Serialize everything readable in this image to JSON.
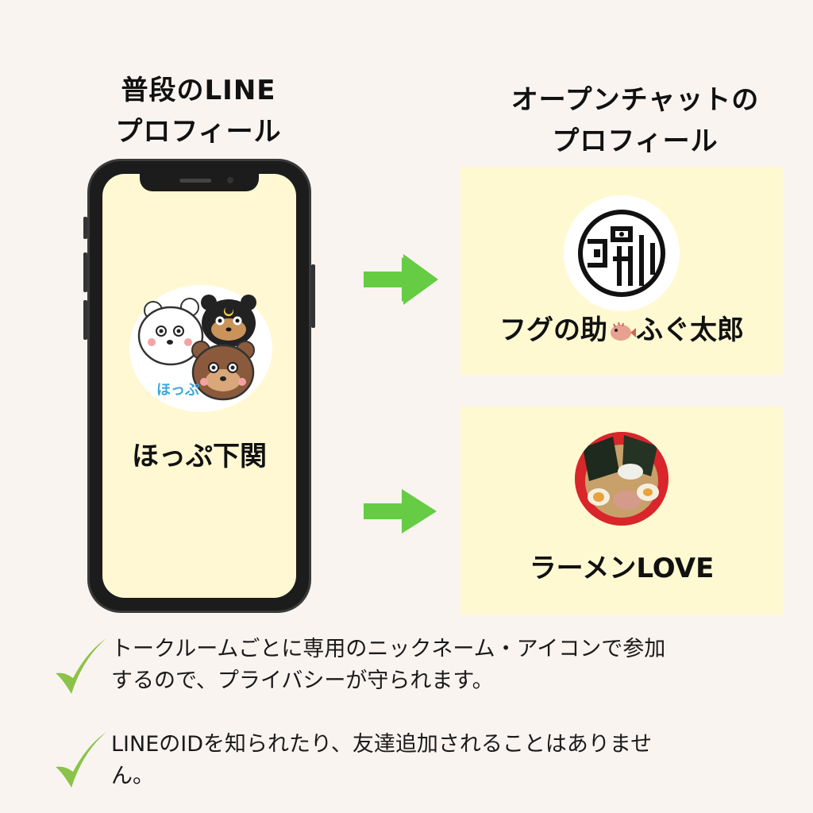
{
  "left_heading": {
    "line1": "普段のLINE",
    "line2": "プロフィール"
  },
  "right_heading": {
    "line1": "オープンチャットの",
    "line2": "プロフィール"
  },
  "phone_profile": {
    "name": "ほっぷ下関",
    "logo_text": "ほっぷ"
  },
  "open_chat_profiles": [
    {
      "name_prefix": "フグの助",
      "name_suffix": "ふぐ太郎",
      "icon": "pufferfish-icon"
    },
    {
      "name": "ラーメンLOVE",
      "icon": "ramen-photo"
    }
  ],
  "notes": [
    {
      "line1": "トークルームごとに専用のニックネーム・アイコンで参加",
      "line2": "するので、プライバシーが守られます。"
    },
    {
      "line1": "LINEのIDを知られたり、友達追加されることはありませ",
      "line2": "ん。"
    }
  ],
  "colors": {
    "background": "#faf4f1",
    "card": "#fff9d2",
    "arrow": "#66cc44",
    "check": "#8bc34a"
  }
}
